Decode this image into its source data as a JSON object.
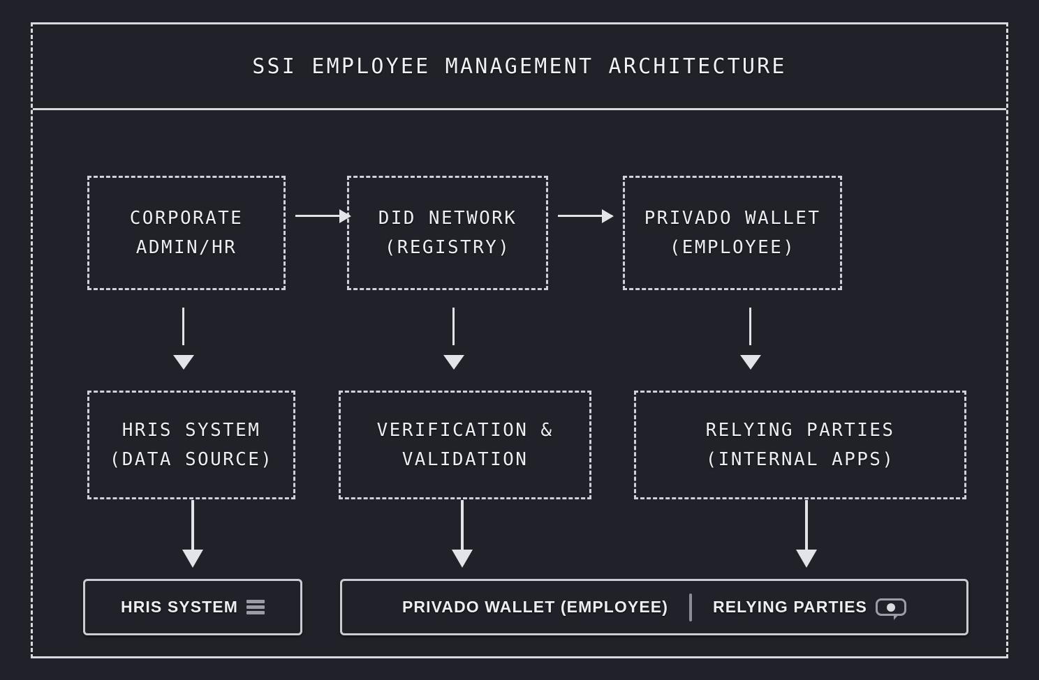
{
  "diagram": {
    "title": "SSI EMPLOYEE MANAGEMENT ARCHITECTURE",
    "colors": {
      "background": "#212229",
      "line": "#d8dadf",
      "text": "#eceef2",
      "icon": "#9a9da6"
    },
    "rows": {
      "row1": [
        {
          "id": "corporate-admin",
          "line1": "CORPORATE",
          "line2": "ADMIN/HR"
        },
        {
          "id": "did-network",
          "line1": "DID NETWORK",
          "line2": "(REGISTRY)"
        },
        {
          "id": "privado-wallet",
          "line1": "PRIVADO WALLET",
          "line2": "(EMPLOYEE)"
        }
      ],
      "row2": [
        {
          "id": "hris-system",
          "line1": "HRIS SYSTEM",
          "line2": "(DATA SOURCE)"
        },
        {
          "id": "verification",
          "line1": "VERIFICATION &",
          "line2": "VALIDATION"
        },
        {
          "id": "relying-parties",
          "line1": "RELYING PARTIES",
          "line2": "(INTERNAL APPS)"
        }
      ],
      "row3": [
        {
          "id": "hris-system-panel",
          "label": "HRIS SYSTEM",
          "icon": "hamburger-icon"
        },
        {
          "id": "privado-wallet-panel",
          "label": "PRIVADO WALLET (EMPLOYEE)",
          "icon": ""
        },
        {
          "id": "relying-parties-panel",
          "label": "RELYING PARTIES",
          "icon": "chat-bubble-icon"
        }
      ]
    },
    "connectors": [
      {
        "id": "admin-to-did",
        "from": "corporate-admin",
        "to": "did-network",
        "direction": "right"
      },
      {
        "id": "did-to-wallet",
        "from": "did-network",
        "to": "privado-wallet",
        "direction": "right"
      },
      {
        "id": "admin-down",
        "from": "corporate-admin",
        "to": "hris-system",
        "direction": "down"
      },
      {
        "id": "did-down",
        "from": "did-network",
        "to": "verification",
        "direction": "down"
      },
      {
        "id": "wallet-down",
        "from": "privado-wallet",
        "to": "relying-parties",
        "direction": "down"
      },
      {
        "id": "hris-down",
        "from": "hris-system",
        "to": "hris-system-panel",
        "direction": "down"
      },
      {
        "id": "verify-down",
        "from": "verification",
        "to": "privado-wallet-panel",
        "direction": "down"
      },
      {
        "id": "relying-down",
        "from": "relying-parties",
        "to": "relying-parties-panel",
        "direction": "down"
      }
    ]
  }
}
